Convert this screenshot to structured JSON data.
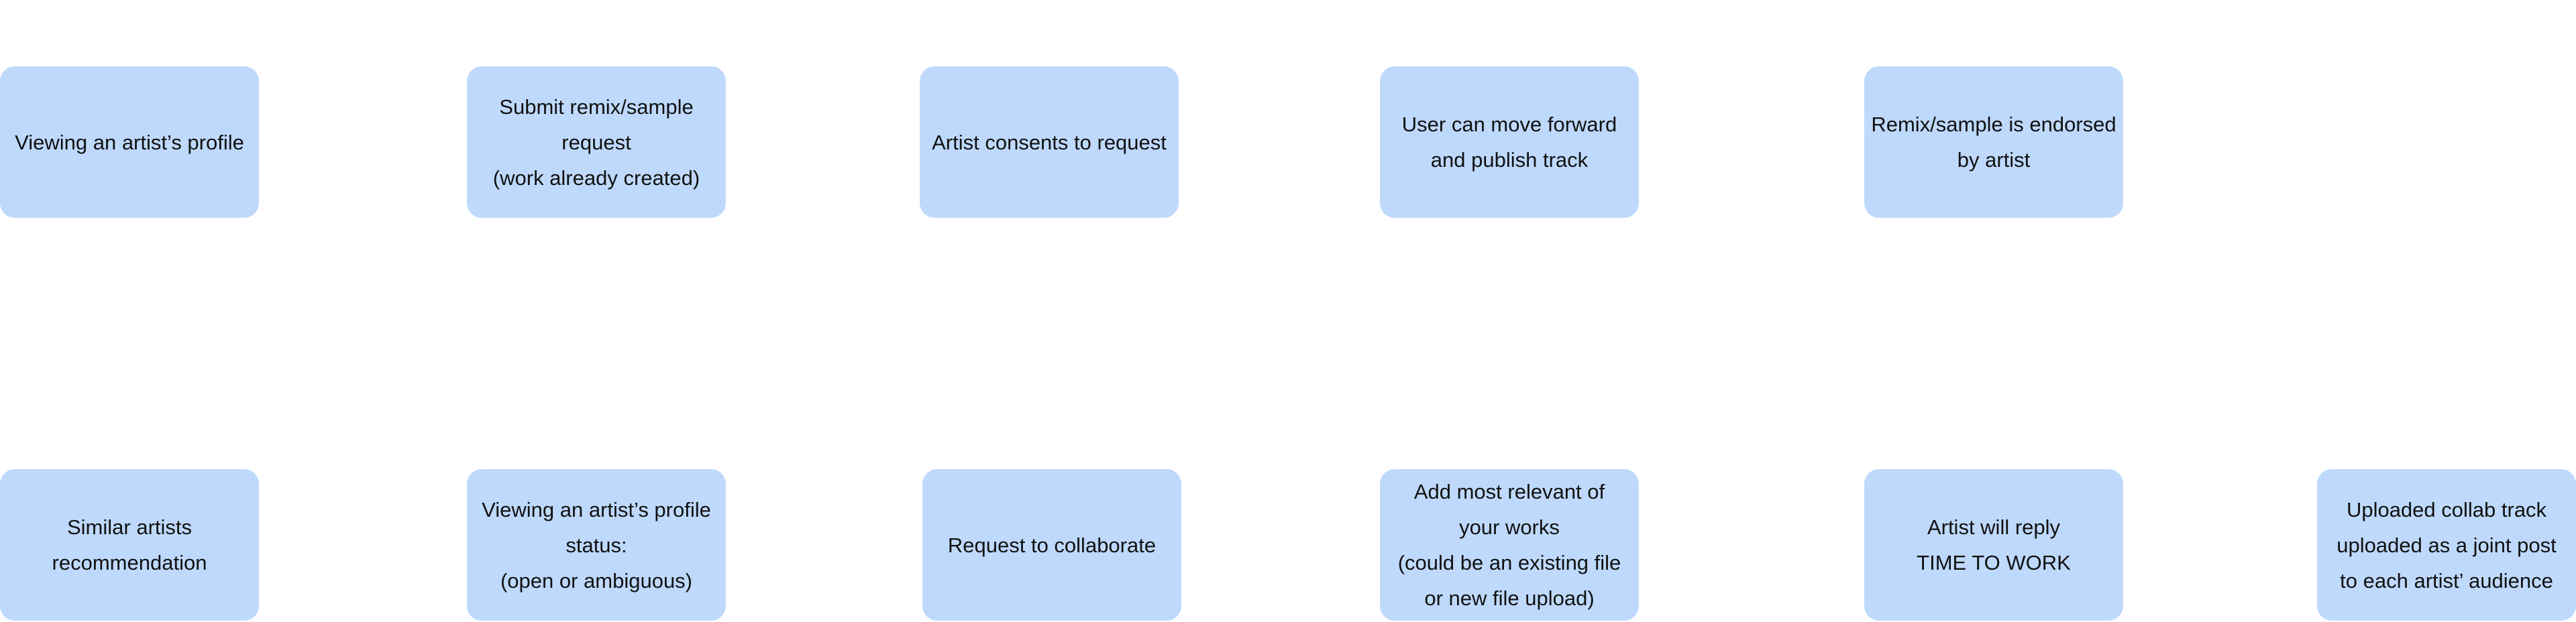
{
  "diagram": {
    "top_row": [
      {
        "id": "viewing-profile",
        "label": "Viewing an artist’s profile"
      },
      {
        "id": "submit-request",
        "label": "Submit remix/sample\nrequest\n(work already created)"
      },
      {
        "id": "artist-consents",
        "label": "Artist consents to request"
      },
      {
        "id": "publish-track",
        "label": "User can move forward\nand publish track"
      },
      {
        "id": "endorsed",
        "label": "Remix/sample is endorsed\nby artist"
      }
    ],
    "bottom_row": [
      {
        "id": "similar-artists",
        "label": "Similar artists\nrecommendation"
      },
      {
        "id": "profile-status",
        "label": "Viewing an artist’s profile\nstatus:\n(open or ambiguous)"
      },
      {
        "id": "request-collab",
        "label": "Request to collaborate"
      },
      {
        "id": "add-works",
        "label": "Add most relevant of\nyour works\n(could be an existing file\nor new file upload)"
      },
      {
        "id": "artist-reply",
        "label": "Artist will reply\nTIME TO WORK"
      },
      {
        "id": "uploaded-collab",
        "label": "Uploaded collab track\nuploaded as a joint post\nto each artist’ audience"
      }
    ]
  },
  "colors": {
    "node_fill": "#bed9fc",
    "text": "#111111",
    "background": "#ffffff"
  }
}
